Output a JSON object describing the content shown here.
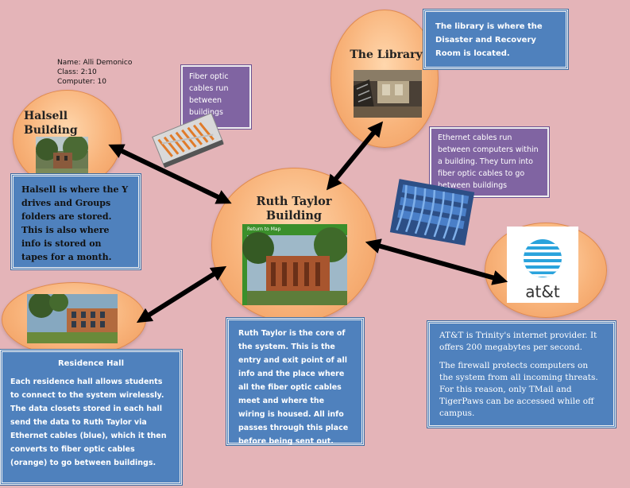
{
  "info": {
    "name": "Name: Alli Demonico",
    "class": "Class: 2:10",
    "computer": "Computer: 10"
  },
  "nodes": {
    "halsell": "Halsell Building",
    "library": "The Library",
    "ruth_taylor": "Ruth Taylor Building",
    "att_logo": "at&t",
    "residence_hall": "Residence Hall"
  },
  "photo_overlay": "Return to Map",
  "boxes": {
    "library": "The library is where the Disaster and Recovery Room is located.",
    "halsell": "Halsell is where the Y drives and Groups folders are stored. This is also where info is stored on tapes for a month.",
    "ruth_taylor": "Ruth Taylor is the core of the system. This is the entry and exit point of all info and the place where all the fiber optic cables meet and where the wiring is housed. All info passes through this place before being sent out.",
    "residence_body": "Each residence hall allows students to connect to the system wirelessly. The data closets stored in each hall send the data to Ruth Taylor via Ethernet cables (blue), which it then converts to fiber optic cables (orange) to go between buildings.",
    "att_p1": "AT&T is Trinity's internet provider. It offers 200 megabytes per second.",
    "att_p2": "The firewall protects computers on the system from all incoming threats. For this reason, only TMail and TigerPaws can be accessed while off campus."
  },
  "notes": {
    "fiber": "Fiber optic cables run between buildings",
    "ethernet": "Ethernet cables run between computers within a building. They turn into fiber optic cables to go between buildings"
  },
  "colors": {
    "background": "#e4b4b8",
    "bubble": "#f8b37a",
    "blue_box": "#4f81bd",
    "purple_box": "#8064a2",
    "arrow": "#000000"
  }
}
